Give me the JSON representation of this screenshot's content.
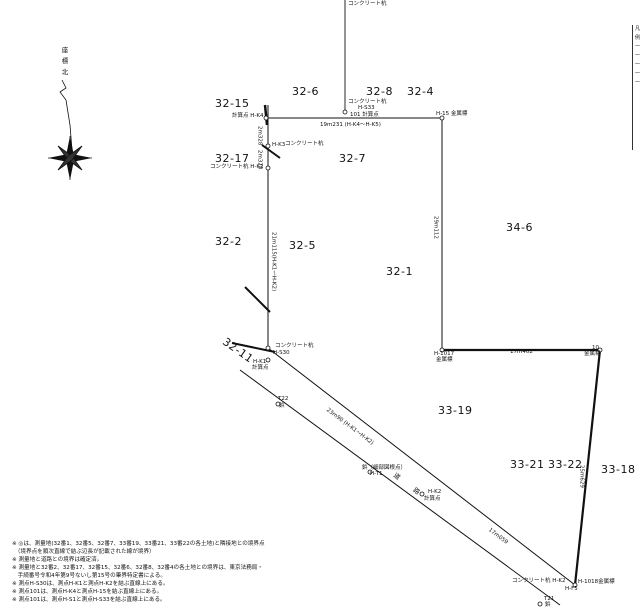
{
  "compass": {
    "label_1": "座",
    "label_2": "標",
    "label_3": "北"
  },
  "parcels": {
    "p32_6": "32-6",
    "p32_8": "32-8",
    "p32_4": "32-4",
    "p32_15": "32-15",
    "p32_7": "32-7",
    "p32_17": "32-17",
    "p34_6": "34-6",
    "p32_2": "32-2",
    "p32_5": "32-5",
    "p32_1": "32-1",
    "p32_11": "32-11",
    "p33_19": "33-19",
    "p33_21": "33-21",
    "p33_22": "33-22",
    "p33_18": "33-18"
  },
  "points": {
    "top_stake": "コンクリート杭",
    "k5_label": "コンクリート杭",
    "k5_sub": "101 計算点",
    "k5_code": "H-S33",
    "k4_label": "計算点 H-K4",
    "k15_label": "H-15 金属標",
    "k3_label": "コンクリート杭",
    "k3_code": "H-K3",
    "k2_label": "コンクリート杭 H-K2",
    "s30_label": "コンクリート杭",
    "s30_code": "H-S30",
    "k1_label": "H-K1",
    "k1_sub": "計算点",
    "t22_label": "T22",
    "t22_sub": "鋲",
    "t1_label": "鋲（細部図根点）",
    "t1_code": "H-T1",
    "k2b_label": "H-K2",
    "k2b_sub": "計算点",
    "f1017_label": "H-1017",
    "f1017_sub": "金属標",
    "f10_label": "10",
    "f10_sub": "金属標",
    "f1018_label": "コンクリート杭 H-K2",
    "f1018_code": "H-1018金属標",
    "f1018_sub": "H-F5",
    "t21_label": "T21",
    "t21_sub": "鋲"
  },
  "distances": {
    "d_top": "19m231 (H-K4～H-K5)",
    "d_right_v": "29m112",
    "d_left_v": "21m115(H-K1～H-K2)",
    "d_left_small": "2m328",
    "d_left_small2": "2m328",
    "d_bottom_h": "17m402",
    "d_road": "23m90 (H-K1～H-K2)",
    "d_road2": "17m059",
    "d_right_diag": "25m629"
  },
  "road": {
    "label": "道 路"
  },
  "notes": [
    "※ ◎は、測量地(32番1、32番5、32番7、33番19、33番21、33番22の各土地)と隣接地との境界点",
    "　（境界点を順次直線で結ぶ辺長が記載された線が境界）",
    "※ 測量地と道路との境界は確定済。",
    "※ 測量地と32番2、32番17、32番15、32番6、32番8、32番4の各土地との境界は、東京法務局・",
    "　手続番号令和4年第9号ないし第15号の筆界特定書による。",
    "※ 測点H-S30は、測点H-K1と測点H-K2を結ぶ直線上にある。",
    "※ 測点101は、測点H-K4と測点H-15を結ぶ直線上にある。",
    "※ 測点101は、測点H-S1と測点H-S33を結ぶ直線上にある。"
  ],
  "legend": [
    "凡",
    "例",
    "一",
    "一",
    "一",
    "一",
    "一"
  ],
  "colors": {
    "line": "#111111",
    "thick": "#000000"
  }
}
